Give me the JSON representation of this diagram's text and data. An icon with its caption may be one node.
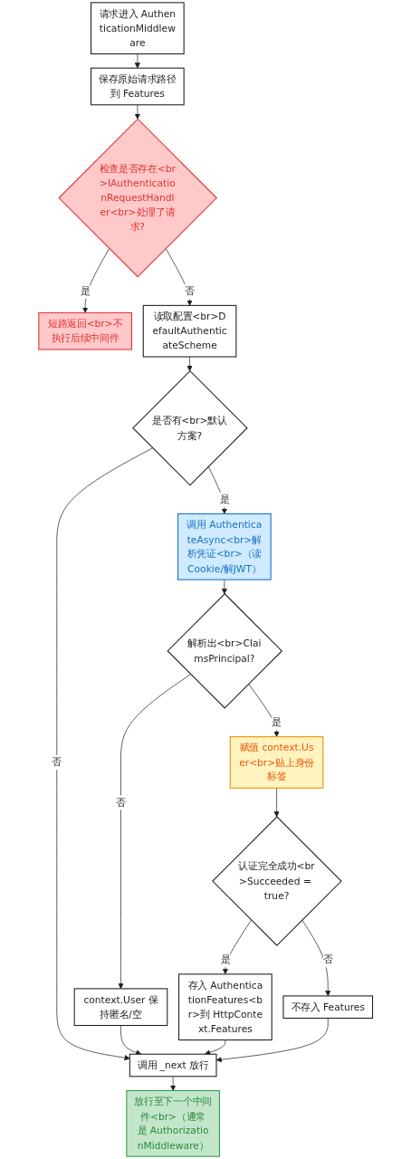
{
  "diagram": {
    "nodes": [
      {
        "text": [
          "请求进入 AuthenticationMiddleware"
        ]
      },
      {
        "text": [
          "保存原始请求路径到 Features"
        ]
      },
      {
        "text": [
          "检查是否存在<br>IAuthenticationRequestHandler<br>处理了请求?"
        ]
      },
      {
        "text": [
          "短路返回<br>不执行后续中间件"
        ]
      },
      {
        "text": [
          "读取配置<br>DefaultAuthenticateScheme"
        ]
      },
      {
        "text": [
          "是否有<br>默认方案?"
        ]
      },
      {
        "text": [
          "调用 AuthenticateAsync<br>解析凭证<br>（读Cookie/解JWT）"
        ]
      },
      {
        "text": [
          "解析出<br>ClaimsPrincipal?"
        ]
      },
      {
        "text": [
          "赋值 context.User<br>贴上身份标签"
        ]
      },
      {
        "text": [
          "认证完全成功<br>Succeeded = true?"
        ]
      },
      {
        "text": [
          "context.User 保持匿名/空"
        ]
      },
      {
        "text": [
          "存入 AuthenticationFeatures<br>到 HttpContext.Features"
        ]
      },
      {
        "text": [
          "不存入 Features"
        ]
      },
      {
        "text": [
          "调用 _next 放行"
        ]
      },
      {
        "text": [
          "放行至下一个中间件<br>（通常是 AuthorizationMiddleware）"
        ]
      }
    ],
    "edges": [
      {
        "from": 0,
        "to": 1,
        "arrow": "to"
      },
      {
        "from": 1,
        "to": 2,
        "arrow": "to"
      },
      {
        "from": 2,
        "to": 3,
        "label": "是",
        "arrow": "to"
      },
      {
        "from": 2,
        "to": 4,
        "label": "否",
        "arrow": "to"
      },
      {
        "from": 4,
        "to": 5,
        "arrow": "to"
      },
      {
        "from": 5,
        "to": 6,
        "label": "是",
        "arrow": "to"
      },
      {
        "from": 5,
        "to": 13,
        "label": "否",
        "arrow": "to"
      },
      {
        "from": 6,
        "to": 7,
        "arrow": "to"
      },
      {
        "from": 7,
        "to": 8,
        "label": "是",
        "arrow": "to"
      },
      {
        "from": 7,
        "to": 10,
        "label": "否",
        "arrow": "to"
      },
      {
        "from": 8,
        "to": 9,
        "arrow": "to"
      },
      {
        "from": 9,
        "to": 11,
        "label": "是",
        "arrow": "to"
      },
      {
        "from": 9,
        "to": 12,
        "label": "否",
        "arrow": "to"
      },
      {
        "from": 10,
        "to": 13,
        "arrow": "to"
      },
      {
        "from": 11,
        "to": 13,
        "arrow": "to"
      },
      {
        "from": 12,
        "to": 13,
        "arrow": "to"
      },
      {
        "from": 13,
        "to": 14,
        "arrow": "to"
      }
    ]
  }
}
